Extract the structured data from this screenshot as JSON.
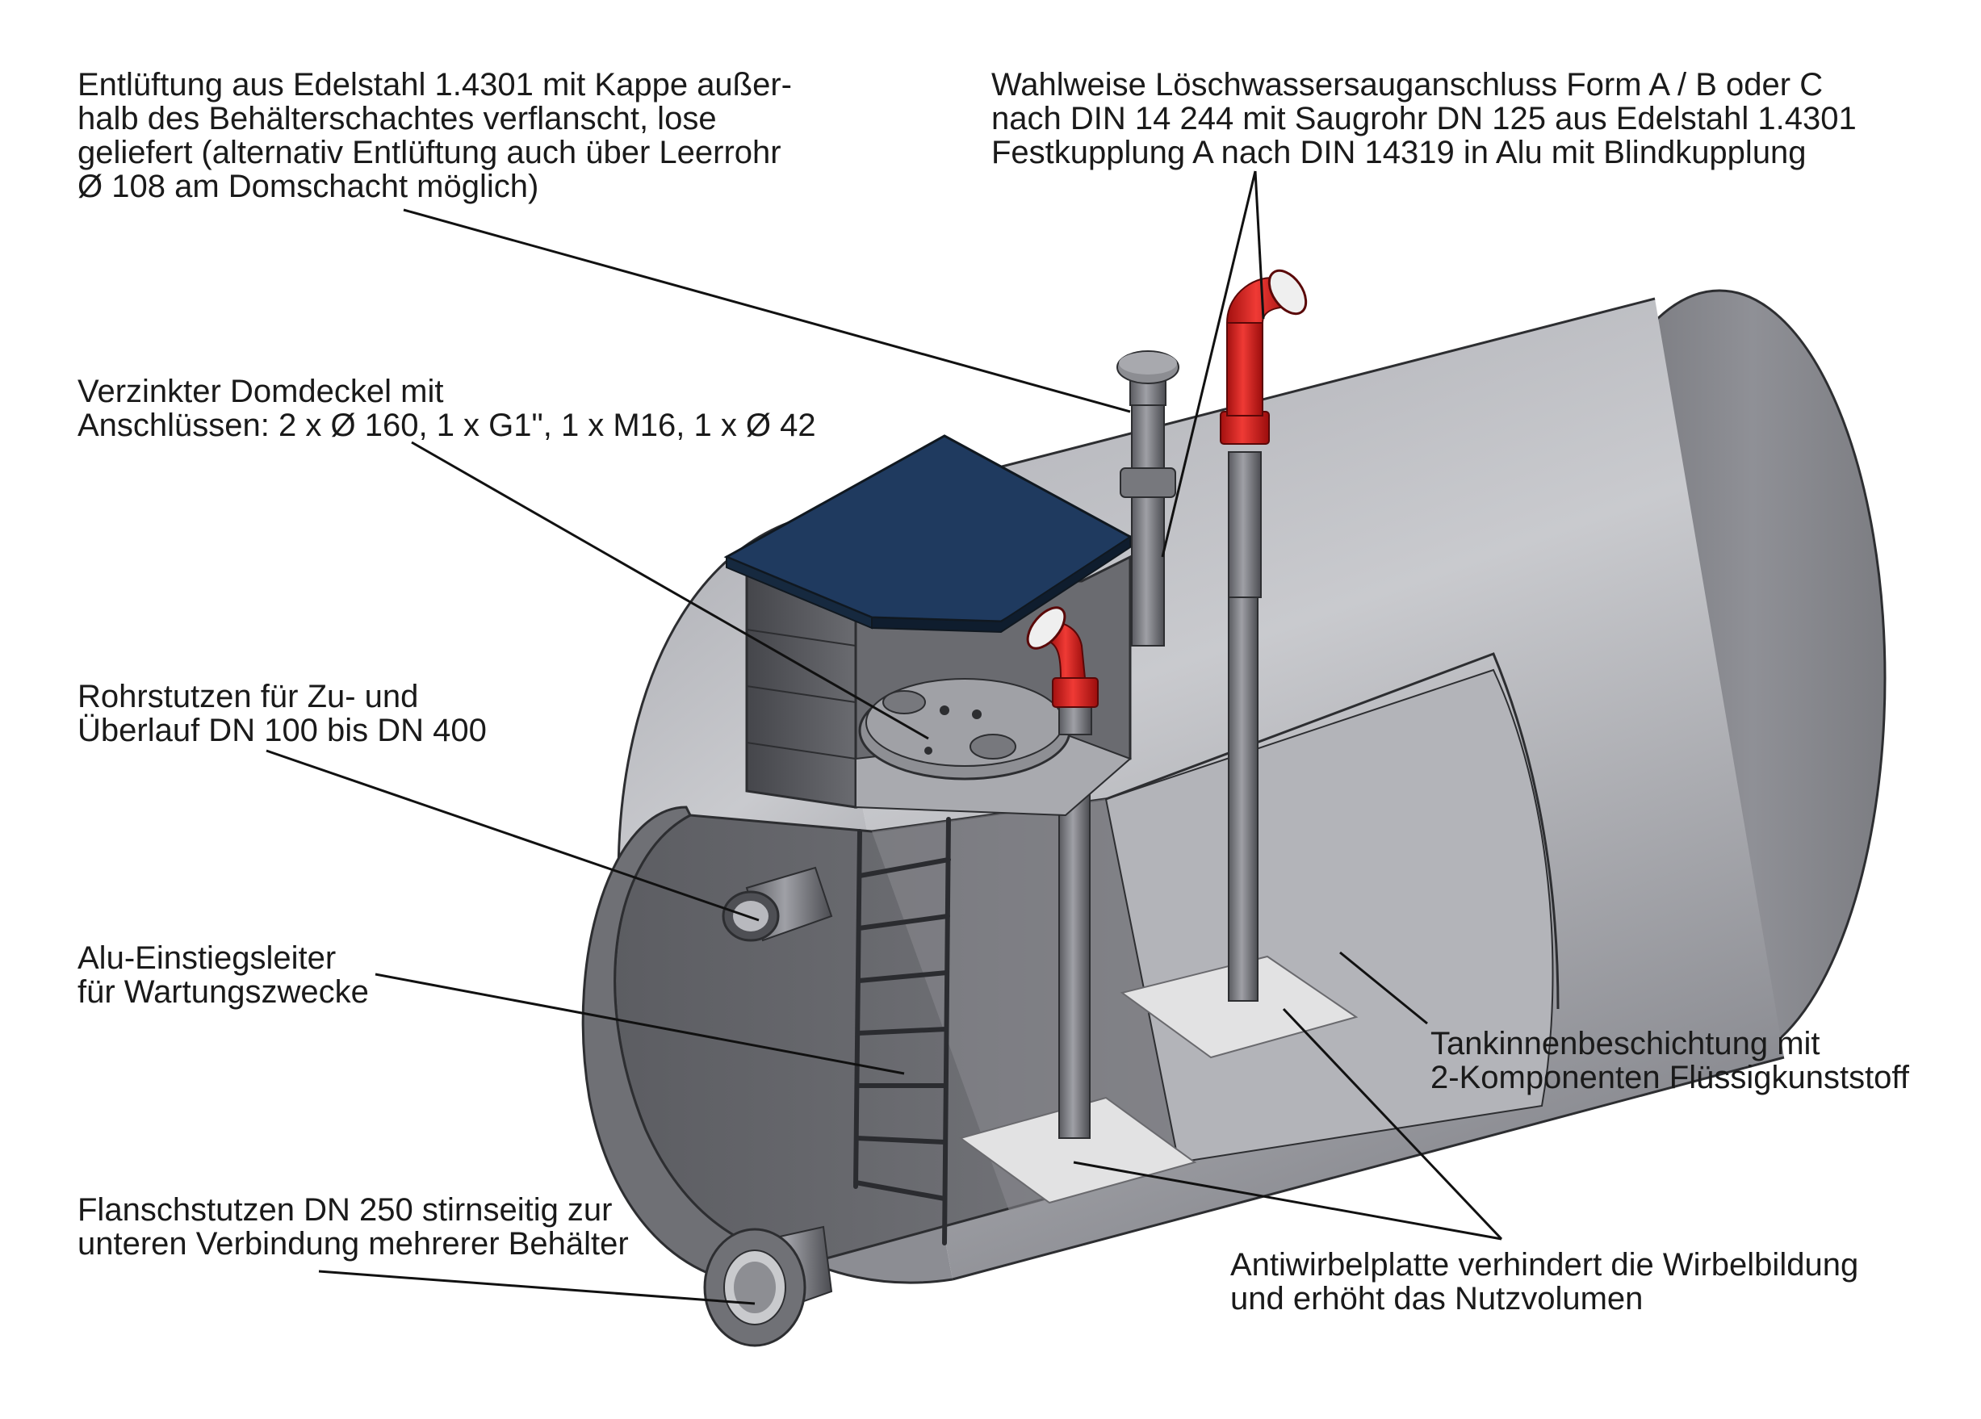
{
  "labels": {
    "venting": [
      "Entlüftung aus Edelstahl 1.4301 mit Kappe außer-",
      "halb des Behälterschachtes verflanscht, lose",
      "geliefert (alternativ Entlüftung auch über Leerrohr",
      "Ø 108 am Domschacht möglich)"
    ],
    "suction": [
      "Wahlweise Löschwassersauganschluss Form A / B oder C",
      "nach DIN 14 244 mit Saugrohr DN 125 aus Edelstahl 1.4301",
      "Festkupplung A nach DIN 14319 in Alu mit Blindkupplung"
    ],
    "domdeckel": [
      "Verzinkter Domdeckel mit",
      "Anschlüssen: 2 x Ø 160, 1 x G1\", 1 x M16, 1 x Ø 42"
    ],
    "rohrstutzen": [
      "Rohrstutzen für Zu- und",
      "Überlauf DN 100 bis DN 400"
    ],
    "leiter": [
      "Alu-Einstiegsleiter",
      "für Wartungszwecke"
    ],
    "flansch": [
      "Flanschstutzen DN 250 stirnseitig zur",
      "unteren Verbindung mehrerer Behälter"
    ],
    "coating": [
      "Tankinnenbeschichtung mit",
      "2-Komponenten Flüssigkunststoff"
    ],
    "antiwirbel": [
      "Antiwirbelplatte verhindert die Wirbelbildung",
      "und erhöht das Nutzvolumen"
    ]
  },
  "colors": {
    "tank_light": "#c4c5ca",
    "tank_mid": "#9a9ba1",
    "tank_dark": "#55565b",
    "lid_blue": "#1f3a5f",
    "fitting_red": "#d6201f",
    "plate_light": "#e6e6e6",
    "leader_line": "#111111"
  }
}
